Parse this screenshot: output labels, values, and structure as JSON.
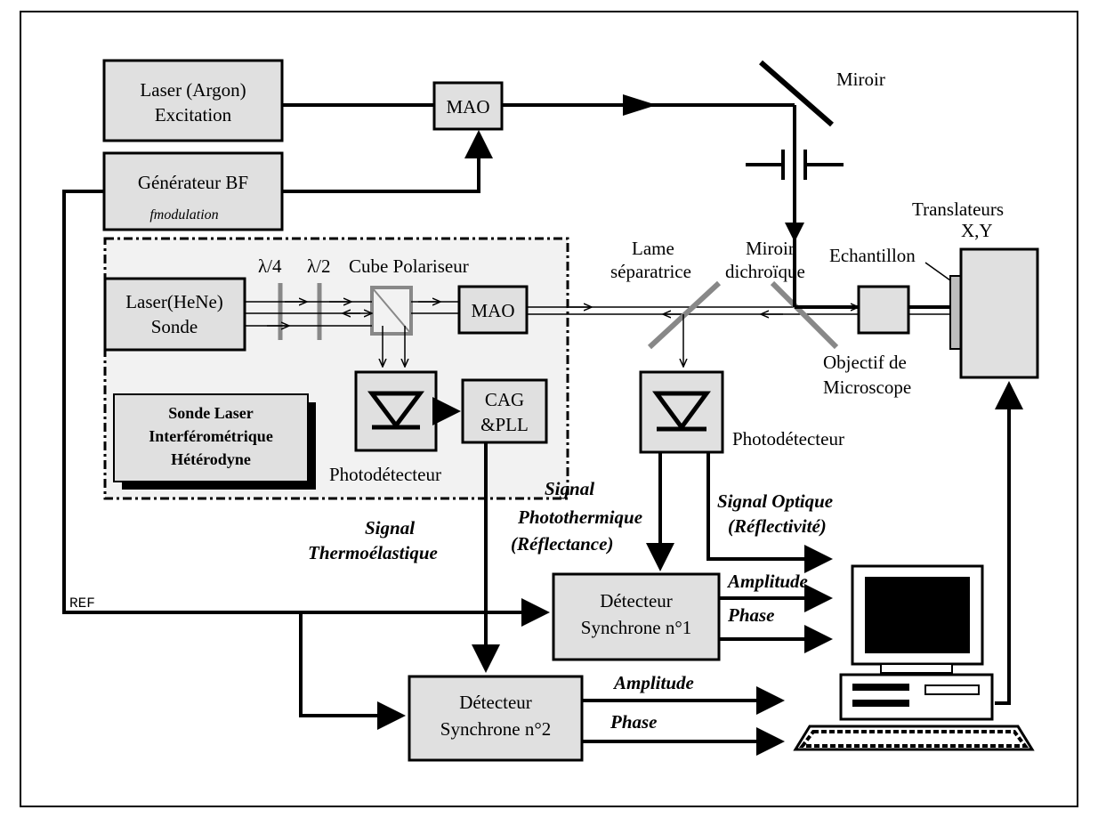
{
  "blocks": {
    "laser_argon": [
      "Laser (Argon)",
      "Excitation"
    ],
    "mao_top": "MAO",
    "generateur": "Générateur BF",
    "modulation": "fmodulation",
    "laser_hene": [
      "Laser(HeNe)",
      "Sonde"
    ],
    "mao_probe": "MAO",
    "cag": [
      "CAG",
      "&PLL"
    ],
    "sonde_box": [
      "Sonde Laser",
      "Interférométrique",
      "Hétérodyne"
    ],
    "detecteur1": [
      "Détecteur",
      "Synchrone n°1"
    ],
    "detecteur2": [
      "Détecteur",
      "Synchrone n°2"
    ]
  },
  "labels": {
    "miroir": "Miroir",
    "translateurs": [
      "Translateurs",
      "X,Y"
    ],
    "lambda4": "λ/4",
    "lambda2": "λ/2",
    "cube": "Cube Polariseur",
    "lame": [
      "Lame",
      "séparatrice"
    ],
    "miroir_dichroique": [
      "Miroir",
      "dichroïque"
    ],
    "echantillon": "Echantillon",
    "objectif": [
      "Objectif de",
      "Microscope"
    ],
    "photodetecteur1": "Photodétecteur",
    "photodetecteur2": "Photodétecteur",
    "ref": "REF",
    "signal_thermo": [
      "Signal",
      "Thermoélastique"
    ],
    "signal_photo": [
      "Signal",
      "Photothermique",
      "(Réflectance)"
    ],
    "signal_optique": [
      "Signal Optique",
      "(Réflectivité)"
    ],
    "amplitude1": "Amplitude",
    "phase1": "Phase",
    "amplitude2": "Amplitude",
    "phase2": "Phase"
  }
}
